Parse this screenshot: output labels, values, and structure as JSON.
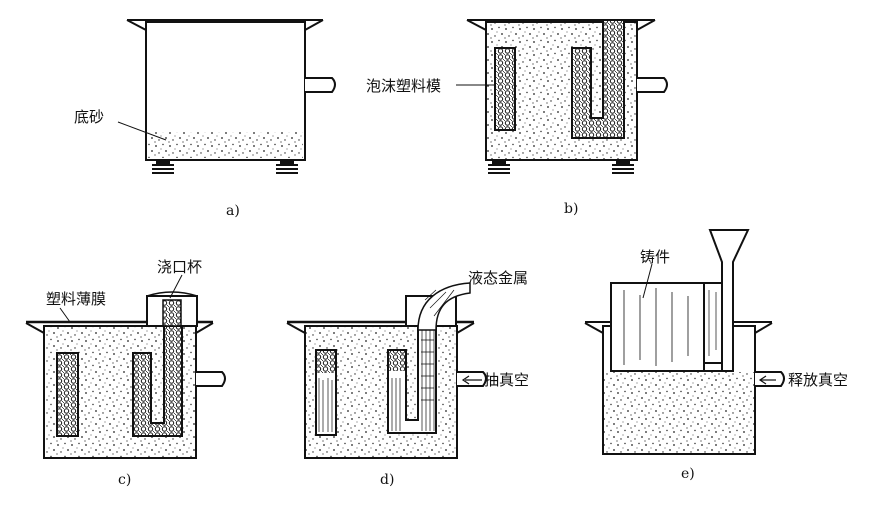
{
  "panels": {
    "a": {
      "caption": "a)",
      "labels": {
        "bottom_sand": "底砂"
      }
    },
    "b": {
      "caption": "b)",
      "labels": {
        "foam_pattern": "泡沫塑料模"
      }
    },
    "c": {
      "caption": "c)",
      "labels": {
        "plastic_film": "塑料薄膜",
        "pouring_cup": "浇口杯"
      }
    },
    "d": {
      "caption": "d)",
      "labels": {
        "liquid_metal": "液态金属",
        "vacuum_pump": "抽真空"
      }
    },
    "e": {
      "caption": "e)",
      "labels": {
        "casting": "铸件",
        "release_vacuum": "释放真空"
      }
    }
  },
  "colors": {
    "ink": "#111111",
    "sand": "#222222",
    "paper": "#ffffff"
  }
}
